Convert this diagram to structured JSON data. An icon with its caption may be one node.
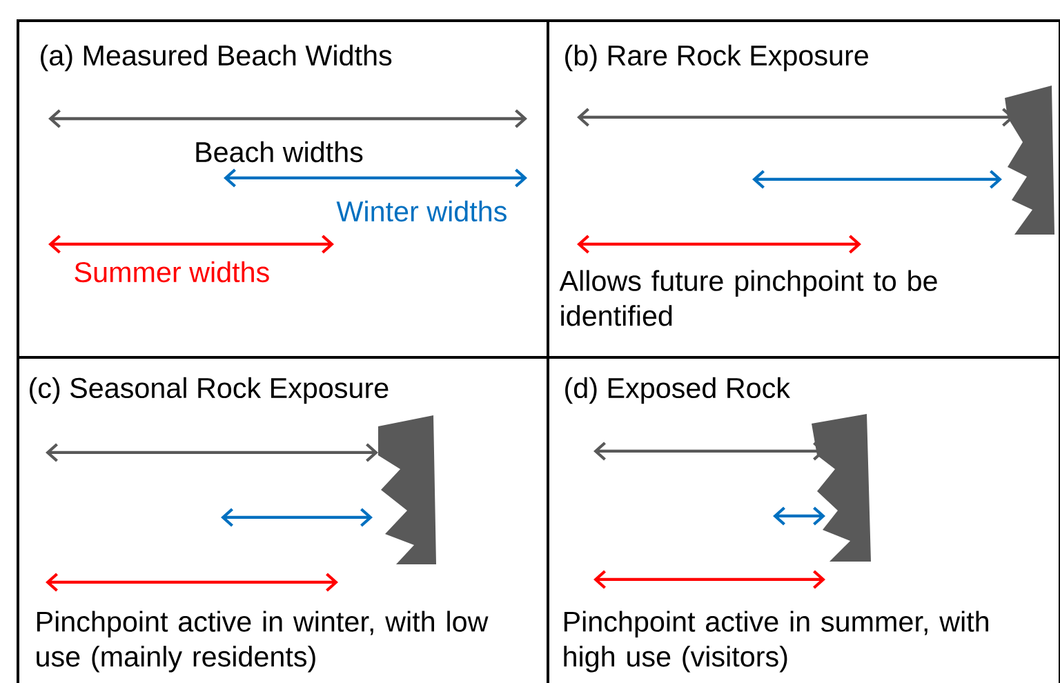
{
  "diagram": {
    "nodes": [
      {
        "text": [
          "(a) Measured Beach Widths"
        ]
      },
      {
        "text": [
          "(b) Rare Rock Exposure",
          "Allows future pinchpoint to be identified"
        ]
      },
      {
        "text": [
          "(c) Seasonal Rock Exposure",
          "Pinchpoint active in winter, with low use (mainly residents)"
        ]
      },
      {
        "text": [
          "(d) Exposed Rock",
          "Pinchpoint active in summer, with high use (visitors)"
        ]
      }
    ],
    "labels": [
      "Beach widths",
      "Winter widths",
      "Summer widths"
    ]
  }
}
